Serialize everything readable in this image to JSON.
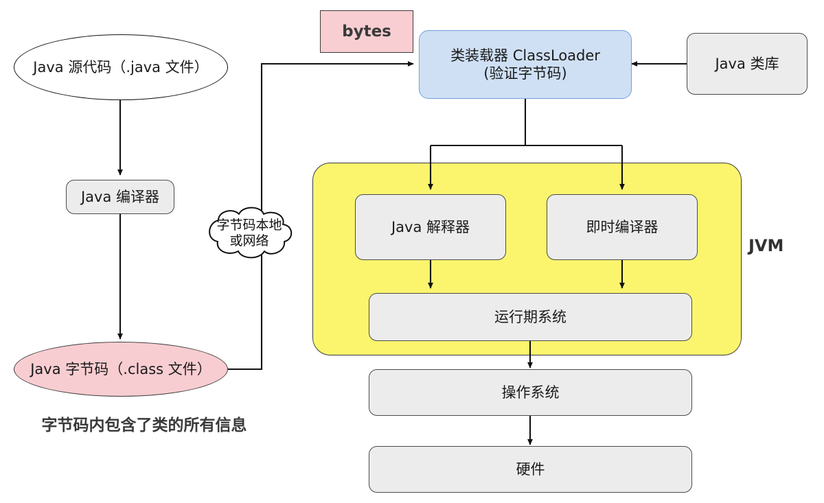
{
  "diagram": {
    "title_note": "字节码内包含了类的所有信息",
    "jvm_label": "JVM",
    "nodes": {
      "source_code": "Java 源代码（.java 文件）",
      "compiler": "Java 编译器",
      "bytecode": "Java 字节码（.class 文件）",
      "cloud_line1": "字节码本地",
      "cloud_line2": "或网络",
      "bytes_tag": "bytes",
      "classloader_line1": "类装载器 ClassLoader",
      "classloader_line2": "(验证字节码)",
      "java_library": "Java 类库",
      "interpreter": "Java 解释器",
      "jit_compiler": "即时编译器",
      "runtime_system": "运行期系统",
      "operating_system": "操作系统",
      "hardware": "硬件"
    },
    "colors": {
      "jvm_fill": "#fbf56e",
      "classloader_fill": "#cfe0f5",
      "bytecode_fill": "#f8cdd1",
      "bytes_fill": "#f9ced2",
      "box_fill": "#ececec",
      "stroke": "#3b3b3b"
    }
  }
}
